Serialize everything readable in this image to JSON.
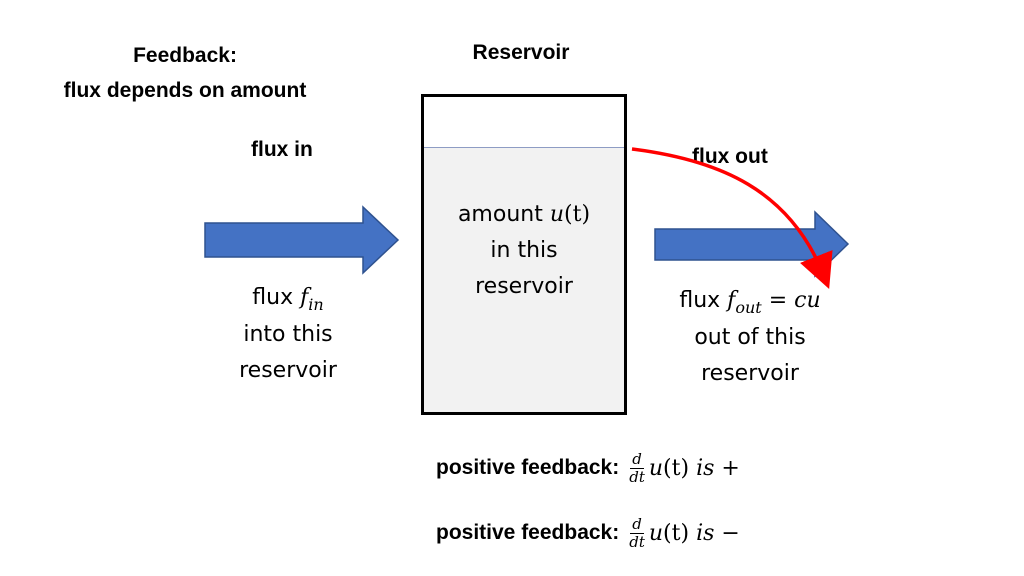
{
  "header": {
    "feedback_title_line1": "Feedback:",
    "feedback_title_line2": "flux depends on amount",
    "reservoir_title": "Reservoir"
  },
  "labels": {
    "flux_in": "flux in",
    "flux_out": "flux out"
  },
  "reservoir": {
    "amount_word": "amount",
    "amount_var": "u",
    "amount_arg": "(t)",
    "line2": "in this",
    "line3": "reservoir"
  },
  "inflow": {
    "flux_word": "flux",
    "var": "f",
    "sub": "in",
    "line2": "into this",
    "line3": "reservoir"
  },
  "outflow": {
    "flux_word": "flux",
    "var": "f",
    "sub": "out",
    "eq": "= ",
    "rhs": "cu",
    "line2": "out of this",
    "line3": "reservoir"
  },
  "feedback_rows": [
    {
      "label": "positive feedback:",
      "num": "d",
      "den": "dt",
      "func": "u",
      "arg": "(t)",
      "is": "is",
      "sign": "+"
    },
    {
      "label": "positive feedback:",
      "num": "d",
      "den": "dt",
      "func": "u",
      "arg": "(t)",
      "is": "is",
      "sign": "−"
    }
  ],
  "colors": {
    "arrow_fill": "#4472c4",
    "arrow_stroke": "#2f528f",
    "curve": "#ff0000",
    "reservoir_fill": "#f2f2f2",
    "water_line": "#8e9cc4"
  },
  "icons": {
    "inflow_arrow": "right-arrow-icon",
    "outflow_arrow": "right-arrow-icon",
    "feedback_curve": "curved-arrow-icon"
  }
}
